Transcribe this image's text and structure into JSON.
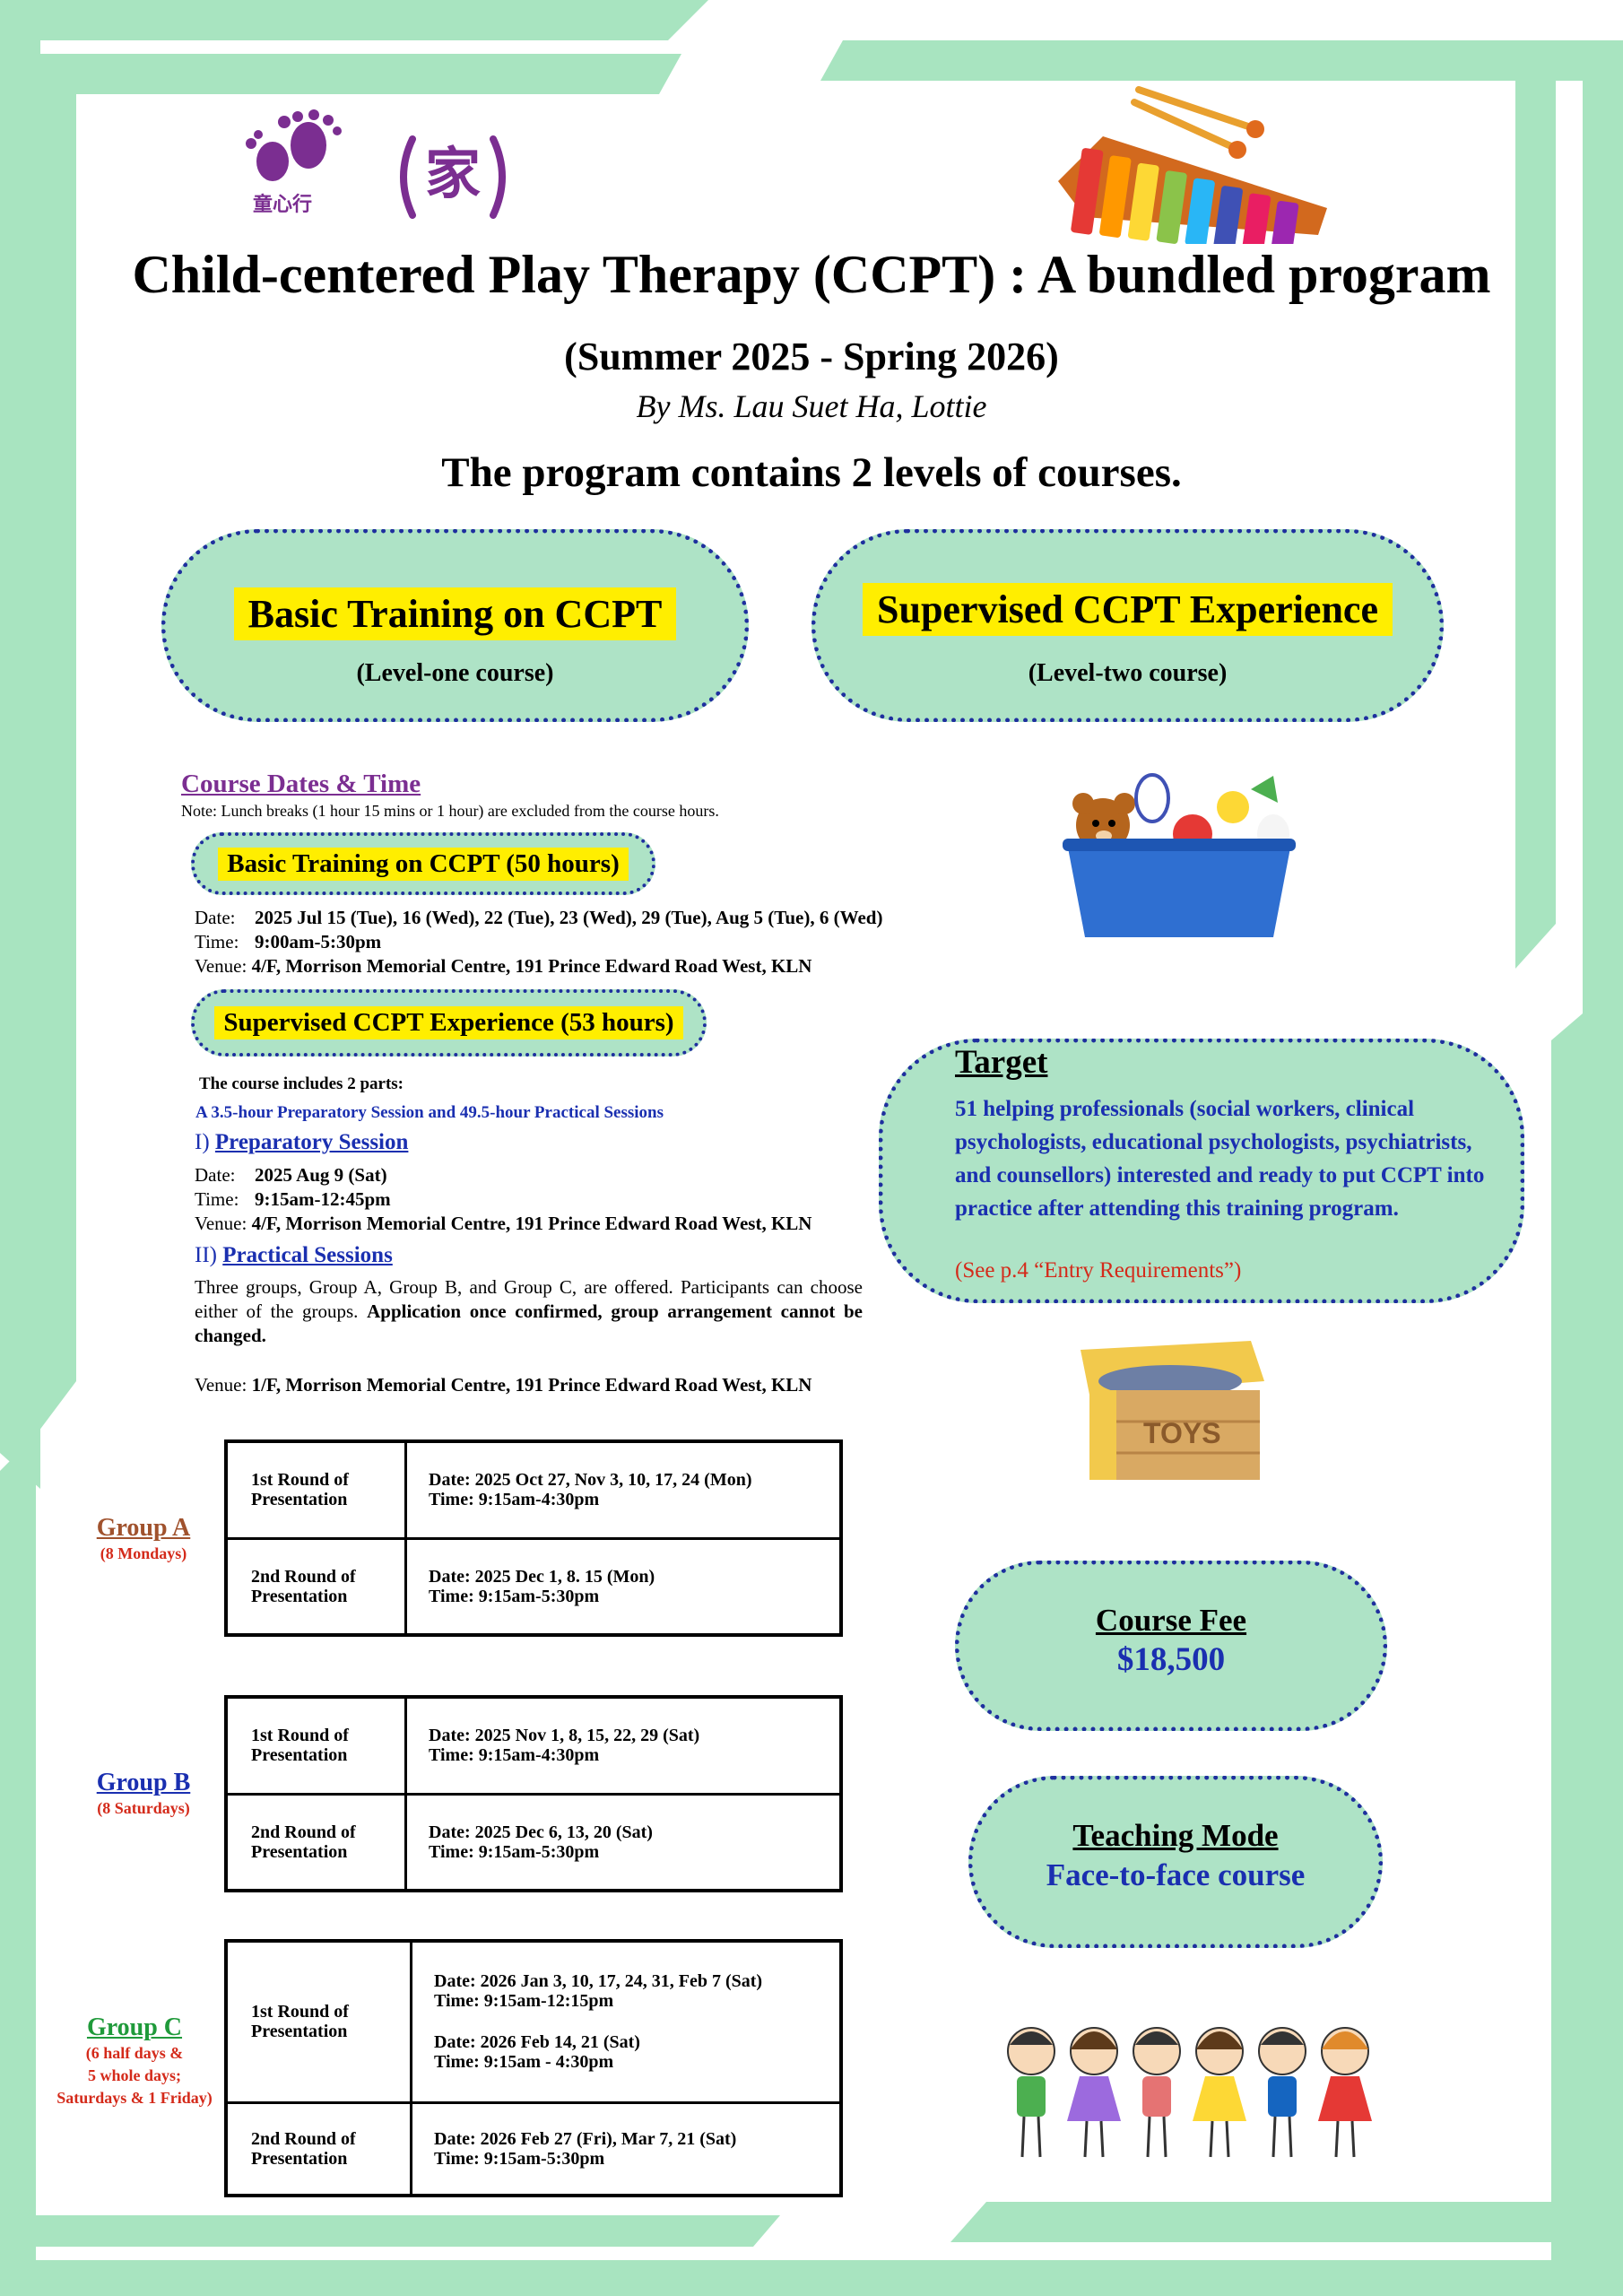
{
  "header": {
    "title": "Child-centered Play Therapy (CCPT) : A bundled program",
    "period": "(Summer 2025 - Spring 2026)",
    "author": "By Ms. Lau Suet Ha, Lottie",
    "levels_statement": "The program contains 2 levels of courses."
  },
  "logos": {
    "logo1_text": "童心行",
    "logo2_text": "家"
  },
  "levels": [
    {
      "name": "Basic Training on CCPT",
      "sub": "(Level-one course)"
    },
    {
      "name": "Supervised CCPT Experience",
      "sub": "(Level-two course)"
    }
  ],
  "course_dates": {
    "heading": "Course Dates & Time",
    "note": "Note: Lunch breaks (1 hour 15 mins or 1 hour) are excluded from the course hours."
  },
  "basic": {
    "badge": "Basic Training on CCPT (50 hours)",
    "date_label": "Date:",
    "date": "2025 Jul 15 (Tue), 16 (Wed), 22 (Tue), 23 (Wed), 29 (Tue), Aug 5 (Tue), 6 (Wed)",
    "time_label": "Time:",
    "time": "9:00am-5:30pm",
    "venue_label": "Venue:",
    "venue": "4/F, Morrison Memorial Centre, 191 Prince Edward Road West, KLN"
  },
  "supervised": {
    "badge": "Supervised CCPT Experience (53 hours)",
    "parts_intro": "The course includes 2 parts:",
    "parts_desc": "A 3.5-hour Preparatory Session and 49.5-hour Practical Sessions",
    "prep_prefix": "I)",
    "prep_heading": "Preparatory Session",
    "prep_date_label": "Date:",
    "prep_date": "2025 Aug 9 (Sat)",
    "prep_time_label": "Time:",
    "prep_time": "9:15am-12:45pm",
    "prep_venue_label": "Venue:",
    "prep_venue": "4/F, Morrison Memorial Centre, 191 Prince Edward Road West, KLN",
    "prac_prefix": "II)",
    "prac_heading": "Practical Sessions",
    "prac_desc_plain": "Three groups, Group A, Group B, and Group C, are offered. Participants can choose either of the groups.",
    "prac_desc_bold": "Application once confirmed, group arrangement cannot be changed.",
    "prac_venue_label": "Venue:",
    "prac_venue": "1/F, Morrison Memorial Centre, 191 Prince Edward Road West, KLN"
  },
  "groups": [
    {
      "name": "Group A",
      "sub1": "(8 Mondays)",
      "sub2": "",
      "sub3": "",
      "color": "#a0522d",
      "rows": [
        {
          "label1": "1st Round of",
          "label2": "Presentation",
          "line1": "Date: 2025 Oct 27, Nov 3, 10, 17, 24 (Mon)",
          "line2": "Time: 9:15am-4:30pm"
        },
        {
          "label1": "2nd Round of",
          "label2": "Presentation",
          "line1": "Date: 2025 Dec 1, 8. 15 (Mon)",
          "line2": "Time: 9:15am-5:30pm"
        }
      ]
    },
    {
      "name": "Group B",
      "sub1": "(8 Saturdays)",
      "sub2": "",
      "sub3": "",
      "color": "#1a2fb0",
      "rows": [
        {
          "label1": "1st Round of",
          "label2": "Presentation",
          "line1": "Date: 2025 Nov 1, 8, 15, 22, 29 (Sat)",
          "line2": "Time: 9:15am-4:30pm"
        },
        {
          "label1": "2nd Round of",
          "label2": "Presentation",
          "line1": "Date: 2025 Dec 6, 13, 20 (Sat)",
          "line2": "Time: 9:15am-5:30pm"
        }
      ]
    },
    {
      "name": "Group C",
      "sub1": "(6 half days &",
      "sub2": "5 whole days;",
      "sub3": "Saturdays & 1 Friday)",
      "color": "#1f9a3a",
      "rows": [
        {
          "label1": "1st Round of",
          "label2": "Presentation",
          "line1": "Date: 2026 Jan 3, 10, 17, 24, 31, Feb 7 (Sat)",
          "line2": "Time: 9:15am-12:15pm",
          "line3": "Date: 2026 Feb 14, 21 (Sat)",
          "line4": "Time: 9:15am - 4:30pm"
        },
        {
          "label1": "2nd Round of",
          "label2": "Presentation",
          "line1": "Date: 2026 Feb 27 (Fri), Mar 7, 21 (Sat)",
          "line2": "Time: 9:15am-5:30pm"
        }
      ]
    }
  ],
  "target": {
    "heading": "Target",
    "body": "51 helping professionals (social workers, clinical psychologists, educational psychologists, psychiatrists, and counsellors) interested and ready to put CCPT into practice after attending this training program.",
    "note": "(See p.4 “Entry Requirements”)"
  },
  "fee": {
    "heading": "Course Fee",
    "amount": "$18,500"
  },
  "mode": {
    "heading": "Teaching Mode",
    "value": "Face-to-face course"
  },
  "illustrations": {
    "toybox_label": "TOYS",
    "xylophone": "xylophone-icon",
    "toy_basket": "toy-basket-icon",
    "toy_chest": "toy-chest-icon",
    "children": "children-holding-hands-icon"
  },
  "colors": {
    "frame_green": "#a8e4c0",
    "pill_fill": "#aee3c6",
    "pill_border": "#1e2f9e",
    "highlight": "#ffee00",
    "heading_purple": "#7b2e91",
    "accent_blue": "#1a2fb0",
    "accent_red": "#d42a1a"
  }
}
